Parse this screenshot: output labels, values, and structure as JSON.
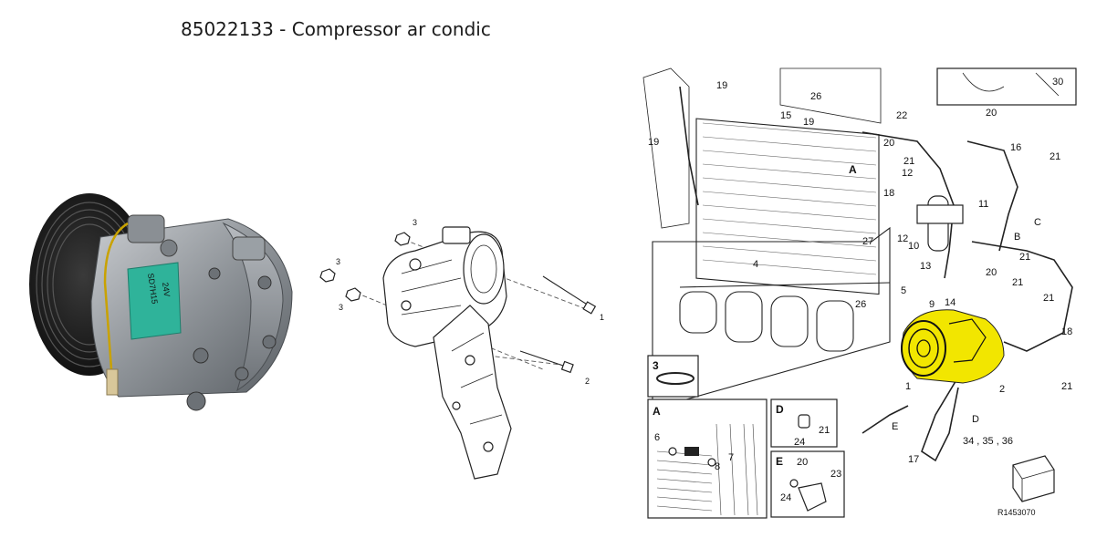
{
  "title": "85022133 - Compressor ar condic",
  "photo": {
    "label_lines": [
      "SD7H15",
      "24V"
    ]
  },
  "bracket_callouts": [
    "3",
    "3",
    "3",
    "1",
    "2"
  ],
  "diagram": {
    "callouts": [
      "30",
      "19",
      "26",
      "19",
      "15",
      "22",
      "20",
      "19",
      "20",
      "21",
      "16",
      "21",
      "12",
      "18",
      "A",
      "11",
      "27",
      "12",
      "10",
      "13",
      "B",
      "C",
      "4",
      "21",
      "20",
      "21",
      "5",
      "9",
      "26",
      "14",
      "21",
      "18",
      "1",
      "2",
      "21",
      "E",
      "D",
      "17"
    ],
    "inset_3_label": "3",
    "inset_A": {
      "letter": "A",
      "callouts": [
        "6",
        "7",
        "8"
      ]
    },
    "inset_D": {
      "letter": "D",
      "callouts": [
        "21",
        "24"
      ]
    },
    "inset_E": {
      "letter": "E",
      "callouts": [
        "20",
        "23",
        "24"
      ]
    },
    "kit_label": "34 , 35 , 36",
    "ref_code": "R1453070"
  },
  "colors": {
    "highlight": "#f2e600",
    "line": "#222222"
  }
}
